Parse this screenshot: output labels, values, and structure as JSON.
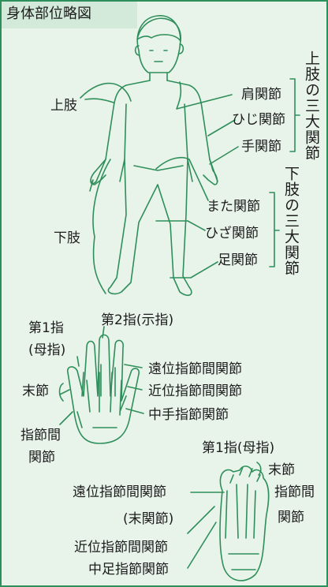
{
  "title": "身体部位略図",
  "labels": {
    "upper_limb": "上肢",
    "lower_limb": "下肢",
    "shoulder": "肩関節",
    "elbow": "ひじ関節",
    "wrist": "手関節",
    "hip": "また関節",
    "knee": "ひざ関節",
    "ankle": "足関節",
    "upper_three": "上肢の三大関節",
    "lower_three": "下肢の三大関節",
    "hand_thumb_1": "第1指",
    "hand_thumb_2": "(母指)",
    "hand_index": "第2指(示指)",
    "hand_dip": "遠位指節間関節",
    "hand_pip": "近位指節間関節",
    "hand_mcp": "中手指節関節",
    "hand_distal": "末節",
    "hand_ip_1": "指節間",
    "hand_ip_2": "関節",
    "foot_toe": "第1指(母指)",
    "foot_distal": "末節",
    "foot_ip_1": "指節間",
    "foot_ip_2": "関節",
    "foot_dip": "遠位指節間関節",
    "foot_dip_sub": "(末関節)",
    "foot_pip": "近位指節間関節",
    "foot_mtp": "中足指節関節"
  },
  "colors": {
    "line": "#2f8f5b",
    "background": "#e8f3ea",
    "title_bg": "#d3e9d9",
    "text": "#1d1d1d"
  }
}
